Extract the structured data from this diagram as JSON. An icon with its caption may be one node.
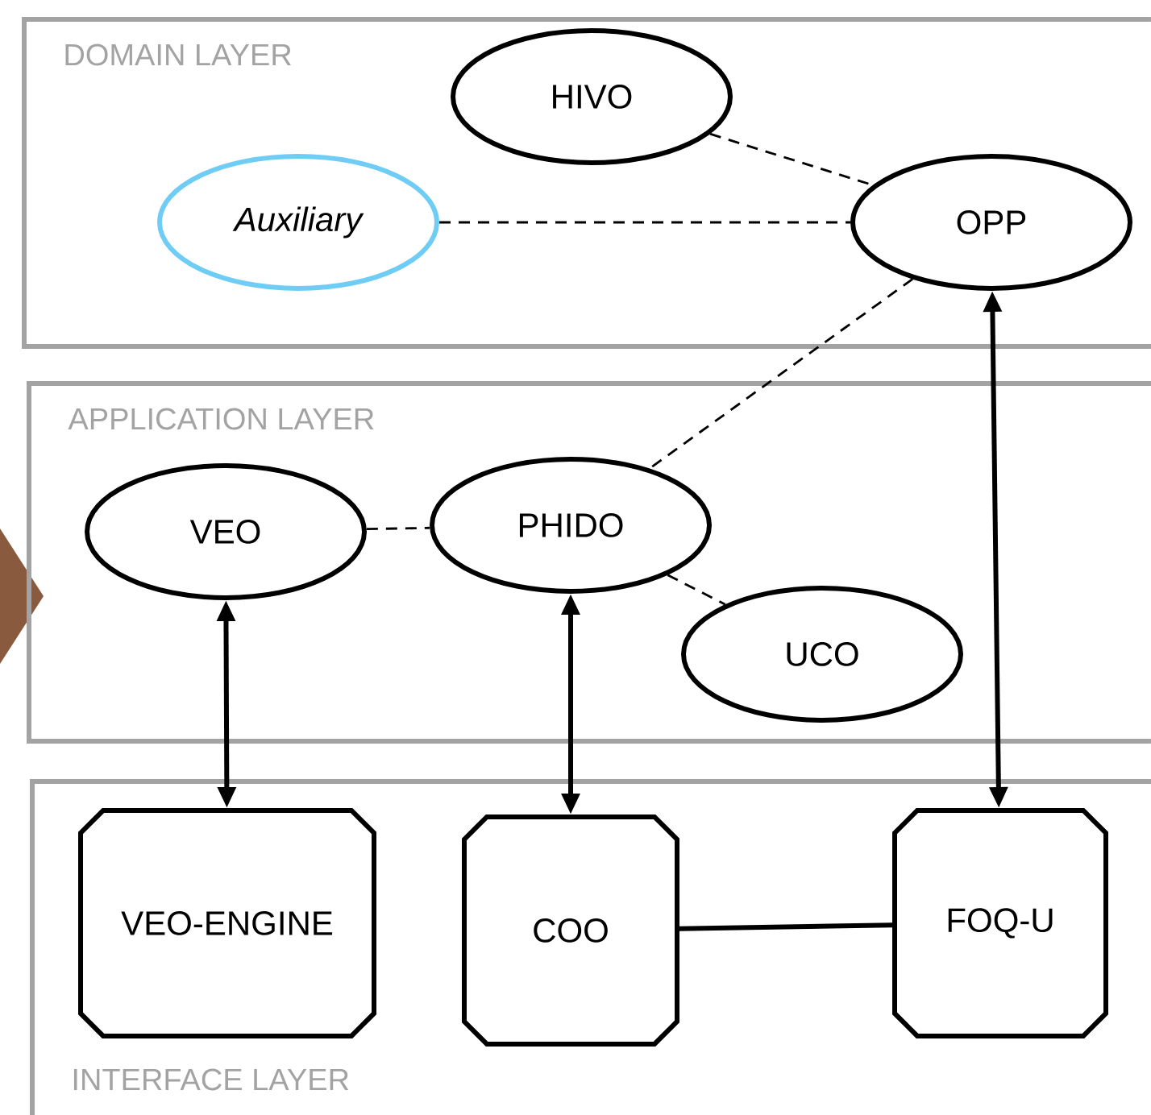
{
  "diagram": {
    "nodes": [
      {
        "text": [
          "DOMAIN LAYER"
        ]
      },
      {
        "text": [
          "HIVO"
        ],
        "in": 0
      },
      {
        "text": [
          "Auxiliary"
        ],
        "in": 0
      },
      {
        "text": [
          "OPP"
        ],
        "in": 0
      },
      {
        "text": [
          "APPLICATION LAYER"
        ]
      },
      {
        "text": [
          "VEO"
        ],
        "in": 4
      },
      {
        "text": [
          "PHIDO"
        ],
        "in": 4
      },
      {
        "text": [
          "UCO"
        ],
        "in": 4
      },
      {
        "text": [
          "INTERFACE LAYER"
        ]
      },
      {
        "text": [
          "VEO-ENGINE"
        ],
        "in": 8
      },
      {
        "text": [
          "COO"
        ],
        "in": 8
      },
      {
        "text": [
          "FOQ-U"
        ],
        "in": 8
      }
    ],
    "edges": [
      {
        "from": 1,
        "to": 3,
        "arrow": "none",
        "style": "dashed"
      },
      {
        "from": 2,
        "to": 3,
        "arrow": "none",
        "style": "dashed"
      },
      {
        "from": 3,
        "to": 6,
        "arrow": "none",
        "style": "dashed"
      },
      {
        "from": 5,
        "to": 6,
        "arrow": "none",
        "style": "dashed"
      },
      {
        "from": 6,
        "to": 7,
        "arrow": "none",
        "style": "dashed"
      },
      {
        "from": 5,
        "to": 9,
        "arrow": "both",
        "style": "thick"
      },
      {
        "from": 6,
        "to": 10,
        "arrow": "both",
        "style": "thick"
      },
      {
        "from": 3,
        "to": 11,
        "arrow": "both",
        "style": "thick"
      },
      {
        "from": 10,
        "to": 11,
        "arrow": "none",
        "style": "thick"
      }
    ]
  }
}
